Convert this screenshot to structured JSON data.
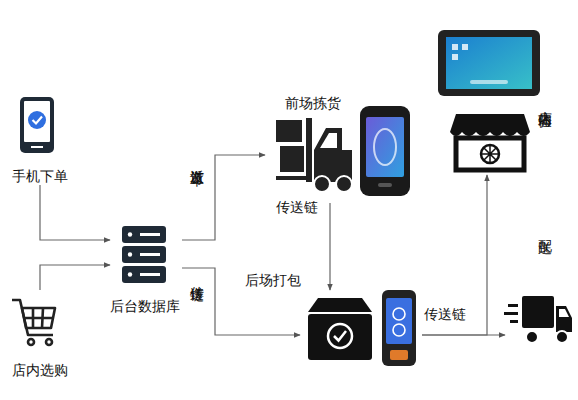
{
  "diagram": {
    "nodes": [
      {
        "text": [
          "手机下单"
        ]
      },
      {
        "text": [
          "店内选购"
        ]
      },
      {
        "text": [
          "后台数据库"
        ]
      },
      {
        "text": [
          "前场拣货"
        ]
      },
      {
        "text": [
          "后场打包"
        ]
      },
      {
        "text": [
          "店内体验"
        ]
      },
      {
        "text": [
          "配送"
        ]
      }
    ],
    "edges": [
      {
        "from": 0,
        "to": 2,
        "arrow": "to"
      },
      {
        "from": 1,
        "to": 2,
        "arrow": "to"
      },
      {
        "from": 2,
        "to": 3,
        "label": "派发订单",
        "arrow": "to"
      },
      {
        "from": 2,
        "to": 4,
        "label": "传送链",
        "arrow": "to"
      },
      {
        "from": 3,
        "to": 4,
        "label": "传送链",
        "arrow": "to"
      },
      {
        "from": 4,
        "to": 6,
        "label": "传送链",
        "arrow": "to"
      },
      {
        "from": 4,
        "to": 5,
        "arrow": "to"
      }
    ]
  }
}
